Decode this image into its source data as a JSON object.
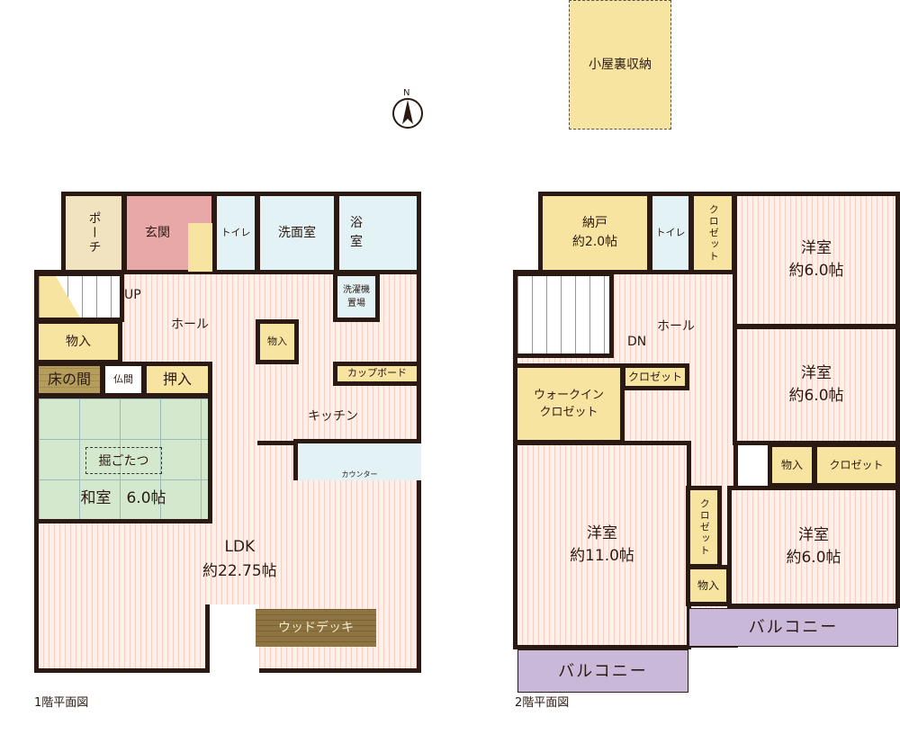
{
  "attic": {
    "label": "小屋裏収納"
  },
  "compass": {
    "label": "N"
  },
  "floor1": {
    "title": "1階平面図",
    "rooms": {
      "porch": "ポーチ",
      "genkan": "玄関",
      "toilet": "トイレ",
      "washroom": "洗面室",
      "bath": "浴室",
      "laundry": "洗濯機\n置場",
      "storage_left": "物入",
      "hall": "ホール",
      "up": "UP",
      "storage_mid": "物入",
      "tokonoma": "床の間",
      "butsuma": "仏間",
      "oshiire": "押入",
      "cupboard": "カップボード",
      "kitchen": "キッチン",
      "counter": "カウンター",
      "horigotatsu": "掘ごたつ",
      "washitsu": "和室　6.0帖",
      "ldk": "LDK\n約22.75帖",
      "deck": "ウッドデッキ"
    }
  },
  "floor2": {
    "title": "2階平面図",
    "rooms": {
      "nando": "納戸\n約2.0帖",
      "toilet": "トイレ",
      "closet_top": "クロゼット",
      "room_ne": "洋室\n約6.0帖",
      "hall": "ホール",
      "dn": "DN",
      "walkin": "ウォークイン\nクロゼット",
      "closet_wic": "クロゼット",
      "room_e": "洋室\n約6.0帖",
      "storage_e": "物入",
      "closet_e": "クロゼット",
      "room_main": "洋室\n約11.0帖",
      "closet_v": "クロゼット",
      "storage_s": "物入",
      "room_se": "洋室\n約6.0帖",
      "balcony_right": "バルコニー",
      "balcony_left": "バルコニー"
    }
  }
}
